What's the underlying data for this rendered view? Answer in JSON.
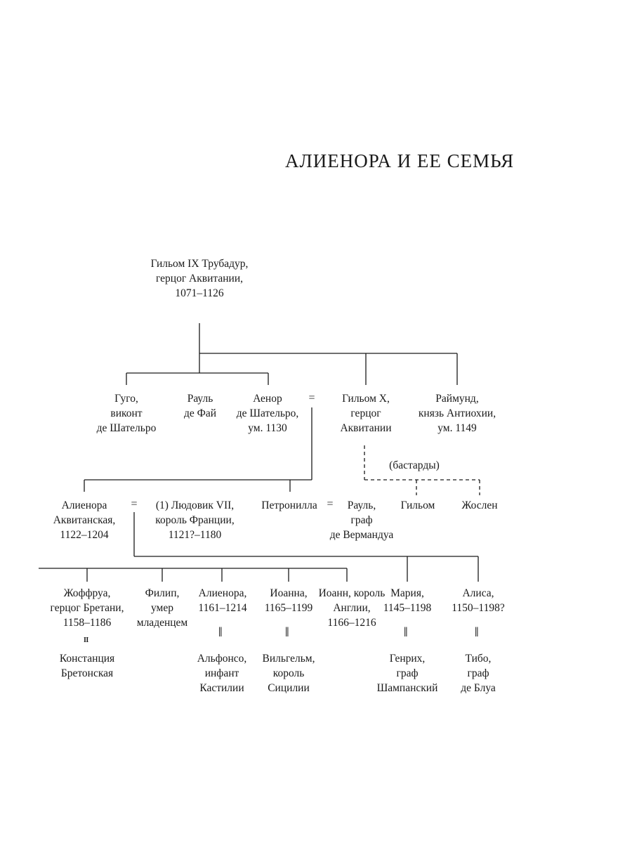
{
  "title": "АЛИЕНОРА И ЕЕ СЕМЬЯ",
  "symbols": {
    "equals": "=",
    "married": "||",
    "married_small": "II"
  },
  "bastards_label": "(бастарды)",
  "gen1": {
    "guilhem9": [
      "Гильом IX Трубадур,",
      "герцог Аквитании,",
      "1071–1126"
    ]
  },
  "gen2": {
    "hugo": [
      "Гуго,",
      "виконт",
      "де Шательро"
    ],
    "raoul_fay": [
      "Рауль",
      "де Фай"
    ],
    "aenor": [
      "Аенор",
      "де Шательро,",
      "ум. 1130"
    ],
    "guilhem10": [
      "Гильом X,",
      "герцог",
      "Аквитании"
    ],
    "raymond": [
      "Раймунд,",
      "князь Антиохии,",
      "ум. 1149"
    ]
  },
  "gen3": {
    "aliénor": [
      "Алиенора",
      "Аквитанская,",
      "1122–1204"
    ],
    "louis7": [
      "(1) Людовик VII,",
      "король Франции,",
      "1121?–1180"
    ],
    "petronilla": [
      "Петронилла"
    ],
    "raoul_verm": [
      "Рауль,",
      "граф",
      "де Вермандуа"
    ],
    "guilhem_b": [
      "Гильом"
    ],
    "joslen": [
      "Жослен"
    ]
  },
  "gen4": {
    "geoffrey": [
      "Жоффруа,",
      "герцог Бретани,",
      "1158–1186"
    ],
    "philip": [
      "Филип,",
      "умер",
      "младенцем"
    ],
    "alienora2": [
      "Алиенора,",
      "1161–1214"
    ],
    "joanna": [
      "Иоанна,",
      "1165–1199"
    ],
    "john": [
      "Иоанн, король",
      "Англии,",
      "1166–1216"
    ],
    "maria": [
      "Мария,",
      "1145–1198"
    ],
    "alisa": [
      "Алиса,",
      "1150–1198?"
    ]
  },
  "spouses": {
    "constance": [
      "Констанция",
      "Бретонская"
    ],
    "alfonso": [
      "Альфонсо,",
      "инфант",
      "Кастилии"
    ],
    "william": [
      "Вильгельм,",
      "король",
      "Сицилии"
    ],
    "henry": [
      "Генрих,",
      "граф",
      "Шампанский"
    ],
    "thibaut": [
      "Тибо,",
      "граф",
      "де Блуа"
    ]
  }
}
